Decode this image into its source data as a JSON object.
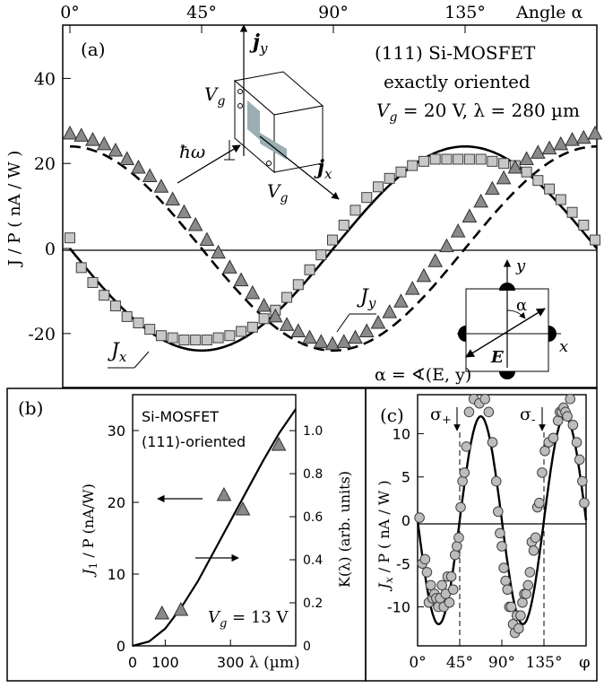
{
  "chart_data": [
    {
      "panel": "(a)",
      "type": "scatter",
      "title": "",
      "xlabel": "Angle α",
      "ylabel": "J / P  ( nA / W )",
      "xlim": [
        0,
        180
      ],
      "ylim": [
        -31,
        50
      ],
      "xticks": [
        "0°",
        "45°",
        "90°",
        "135°"
      ],
      "xtick_values": [
        0,
        45,
        90,
        135
      ],
      "yticks": [
        "40",
        "20",
        "0",
        "-20"
      ],
      "ytick_values": [
        40,
        20,
        0,
        -20
      ],
      "grid": false,
      "annotations": {
        "sample": "(111) Si-MOSFET",
        "orientation": "exactly oriented",
        "vg_label": "V",
        "vg_sub": "g",
        "vg_value": " = 20 V,  λ = 280 µm",
        "hw": "ħω",
        "jy_axis": "j",
        "jy_sub": "y",
        "jx_axis": "j",
        "jx_sub": "x",
        "vg_gate": "V",
        "vg_gate_sub": "g",
        "inset_y": "y",
        "inset_x": "x",
        "inset_alpha": "α",
        "inset_E": "E",
        "alpha_def": "α = ∢(E, y)",
        "series_jy": "J",
        "series_jy_sub": "y",
        "series_jx": "J",
        "series_jx_sub": "x"
      },
      "series": [
        {
          "name": "J_x data",
          "marker": "square",
          "x": [
            0,
            3.9,
            7.8,
            11.7,
            15.6,
            19.5,
            23.4,
            27.3,
            31.2,
            35.1,
            39,
            42.9,
            46.8,
            50.7,
            54.6,
            58.5,
            62.4,
            66.3,
            70.2,
            74.1,
            78,
            81.9,
            85.8,
            89.7,
            93.6,
            97.5,
            101.4,
            105.3,
            109.2,
            113.1,
            117,
            120.9,
            124.8,
            128.7,
            132.6,
            136.5,
            140.4,
            144.3,
            148.2,
            152.1,
            156,
            159.9,
            163.8,
            167.7,
            171.6,
            175.5,
            179.4
          ],
          "y": [
            2.5,
            -4.5,
            -8,
            -11,
            -13.5,
            -16,
            -17.5,
            -19,
            -20.5,
            -21,
            -21.5,
            -21.5,
            -21.5,
            -21,
            -20.5,
            -19.5,
            -18.5,
            -16.5,
            -14.5,
            -11.5,
            -8.5,
            -5,
            -1.5,
            2,
            5.5,
            9,
            12,
            14.5,
            16.5,
            18,
            19.5,
            20.5,
            21,
            21,
            21,
            21,
            21,
            20.5,
            20,
            19.5,
            18,
            16,
            14,
            11.5,
            8.5,
            5.5,
            2
          ]
        },
        {
          "name": "J_y data",
          "marker": "triangle",
          "x": [
            0,
            3.9,
            7.8,
            11.7,
            15.6,
            19.5,
            23.4,
            27.3,
            31.2,
            35.1,
            39,
            42.9,
            46.8,
            50.7,
            54.6,
            58.5,
            62.4,
            66.3,
            70.2,
            74.1,
            78,
            81.9,
            85.8,
            89.7,
            93.6,
            97.5,
            101.4,
            105.3,
            109.2,
            113.1,
            117,
            120.9,
            124.8,
            128.7,
            132.6,
            136.5,
            140.4,
            144.3,
            148.2,
            152.1,
            156,
            159.9,
            163.8,
            167.7,
            171.6,
            175.5,
            179.4
          ],
          "y": [
            27,
            26.5,
            25.5,
            24.5,
            23,
            21,
            19,
            17,
            14.5,
            11.5,
            8.5,
            5.5,
            2,
            -1,
            -4.5,
            -7.5,
            -10.5,
            -13.5,
            -16,
            -18,
            -19.5,
            -21,
            -22,
            -22.5,
            -22,
            -21,
            -19.5,
            -17.5,
            -15,
            -12.5,
            -9.5,
            -6.5,
            -3,
            0.5,
            4,
            7.5,
            11,
            14,
            16.5,
            19,
            21,
            22.5,
            23.5,
            24.5,
            25.5,
            26,
            27
          ]
        },
        {
          "name": "J_x fit",
          "style": "solid",
          "function": "-24·sin(2α)"
        },
        {
          "name": "J_y fit",
          "style": "dashed",
          "function": "24·cos(2α)"
        }
      ]
    },
    {
      "panel": "(b)",
      "type": "scatter",
      "title": "",
      "annotations": {
        "sample": "Si-MOSFET",
        "orientation": "(111)-oriented",
        "vg_label": "V",
        "vg_sub": "g",
        "vg_value": " = 13 V"
      },
      "xlabel": "λ (µm)",
      "ylabel_left": "J",
      "ylabel_left_sub": "1",
      "ylabel_left_rest": " / P  (nA/W)",
      "ylabel_right": "K(λ)  (arb. units)",
      "xlim": [
        0,
        500
      ],
      "ylim_left": [
        0,
        35
      ],
      "ylim_right": [
        0,
        1.167
      ],
      "xticks": [
        "0",
        "100",
        "300"
      ],
      "xtick_values": [
        0,
        100,
        300
      ],
      "yticks_left": [
        "0",
        "10",
        "20",
        "30"
      ],
      "ytick_values_left": [
        0,
        10,
        20,
        30
      ],
      "yticks_right": [
        "0",
        "0.2",
        "0.4",
        "0.6",
        "0.8",
        "1.0"
      ],
      "ytick_values_right": [
        0,
        0.2,
        0.4,
        0.6,
        0.8,
        1.0
      ],
      "series": [
        {
          "name": "J_1/P data",
          "marker": "triangle",
          "axis": "left",
          "x": [
            90,
            148,
            280,
            338,
            448
          ],
          "y": [
            4.5,
            5,
            21,
            19,
            28
          ]
        },
        {
          "name": "K(λ)",
          "style": "solid",
          "axis": "right",
          "x": [
            0,
            50,
            100,
            150,
            200,
            250,
            300,
            350,
            400,
            450,
            500
          ],
          "y": [
            0,
            0.02,
            0.08,
            0.18,
            0.3,
            0.44,
            0.58,
            0.72,
            0.86,
            0.99,
            1.1
          ]
        }
      ]
    },
    {
      "panel": "(c)",
      "type": "scatter",
      "title": "",
      "xlabel": "φ",
      "ylabel": "J",
      "ylabel_sub": "x",
      "ylabel_rest": " / P  ( nA / W )",
      "xlim": [
        0,
        180
      ],
      "ylim": [
        -14.5,
        14.5
      ],
      "xticks": [
        "0°",
        "45°",
        "90°",
        "135°"
      ],
      "xtick_values": [
        0,
        45,
        90,
        135
      ],
      "yticks": [
        "10",
        "5",
        "0",
        "-5",
        "-10"
      ],
      "ytick_values": [
        10,
        5,
        0,
        -5,
        -10
      ],
      "annotations": {
        "sigma_plus": "σ",
        "sigma_plus_sub": "+",
        "sigma_minus": "σ",
        "sigma_minus_sub": "-"
      },
      "vlines": [
        45,
        135
      ],
      "series": [
        {
          "name": "J_x data",
          "marker": "circle",
          "x": [
            2,
            5,
            8,
            10,
            12,
            14,
            16,
            18,
            20,
            22,
            24,
            26,
            28,
            30,
            32,
            34,
            36,
            38,
            40,
            42,
            44,
            46,
            48,
            50,
            52,
            55,
            60,
            66,
            72,
            76,
            80,
            84,
            86,
            88,
            90,
            92,
            94,
            96,
            98,
            100,
            102,
            104,
            106,
            108,
            110,
            112,
            114,
            116,
            118,
            120,
            122,
            124,
            126,
            128,
            130,
            133,
            136,
            140,
            145,
            150,
            152,
            154,
            156,
            158,
            160,
            163,
            166,
            170,
            173,
            176,
            178
          ],
          "y": [
            0.3,
            -5,
            -4.5,
            -6,
            -9.5,
            -7.5,
            -9,
            -8.5,
            -9,
            -10,
            -9,
            -7.5,
            -10,
            -8.5,
            -6.5,
            -9.5,
            -6.5,
            -8,
            -4,
            -3,
            -2,
            1.5,
            4.5,
            5.5,
            8.5,
            12.5,
            14,
            13.5,
            14,
            12.5,
            9,
            4.5,
            1,
            -1.5,
            -3,
            -5.5,
            -7,
            -8,
            -10,
            -10,
            -12,
            -13,
            -11,
            -12.5,
            -11,
            -9.5,
            -8.5,
            -8.5,
            -7.5,
            -6,
            -2.5,
            -3.5,
            -2,
            1.5,
            2,
            5.5,
            8,
            9,
            9.5,
            11.5,
            12.5,
            12.5,
            13,
            12.5,
            12,
            14,
            11,
            9,
            7,
            4.5,
            2
          ]
        },
        {
          "name": "J_x fit",
          "style": "solid",
          "function": "-12·sin(4φ)"
        }
      ]
    }
  ]
}
